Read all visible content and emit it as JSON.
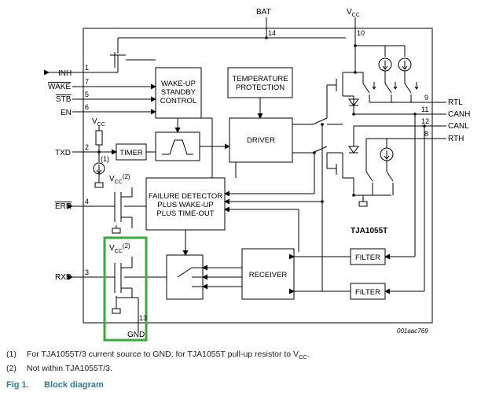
{
  "pins": {
    "bat": "BAT",
    "vcc": "V",
    "vcc_sub": "CC",
    "inh": "INH",
    "wake": "WAKE",
    "stb": "STB",
    "en": "EN",
    "txd": "TXD",
    "err": "ERR",
    "rxd": "RXD",
    "gnd": "GND",
    "rtl": "RTL",
    "canh": "CANH",
    "canl": "CANL",
    "rth": "RTH"
  },
  "pin_numbers": {
    "p1": "1",
    "p2": "2",
    "p3": "3",
    "p4": "4",
    "p5": "5",
    "p6": "6",
    "p7": "7",
    "p8": "8",
    "p9": "9",
    "p10": "10",
    "p11": "11",
    "p12": "12",
    "p13": "13",
    "p14": "14"
  },
  "blocks": {
    "wakeup_1": "WAKE-UP",
    "wakeup_2": "STANDBY",
    "wakeup_3": "CONTROL",
    "temp_1": "TEMPERATURE",
    "temp_2": "PROTECTION",
    "driver": "DRIVER",
    "timer": "TIMER",
    "failure_1": "FAILURE DETECTOR",
    "failure_2": "PLUS WAKE-UP",
    "failure_3": "PLUS TIME-OUT",
    "receiver": "RECEIVER",
    "filter_1": "FILTER",
    "filter_2": "FILTER"
  },
  "marks": {
    "note_ref_1": "(1)",
    "note_ref_2": "(2)",
    "vcc_note_label": "V",
    "vcc_note_sub": "CC",
    "chip_name": "TJA1055T",
    "drawing_id": "001aac769"
  },
  "notes": {
    "n1_num": "(1)",
    "n1_text": "For TJA1055T/3 current source to GND; for TJA1055T pull-up resistor to V",
    "n1_sub": "CC",
    "n1_end": ".",
    "n2_num": "(2)",
    "n2_text": "Not within TJA1055T/3."
  },
  "caption": {
    "fig": "Fig 1.",
    "title": "Block diagram"
  },
  "colors": {
    "line": "#000000",
    "highlight": "#3aaa3a",
    "caption": "#2e7d9a"
  }
}
